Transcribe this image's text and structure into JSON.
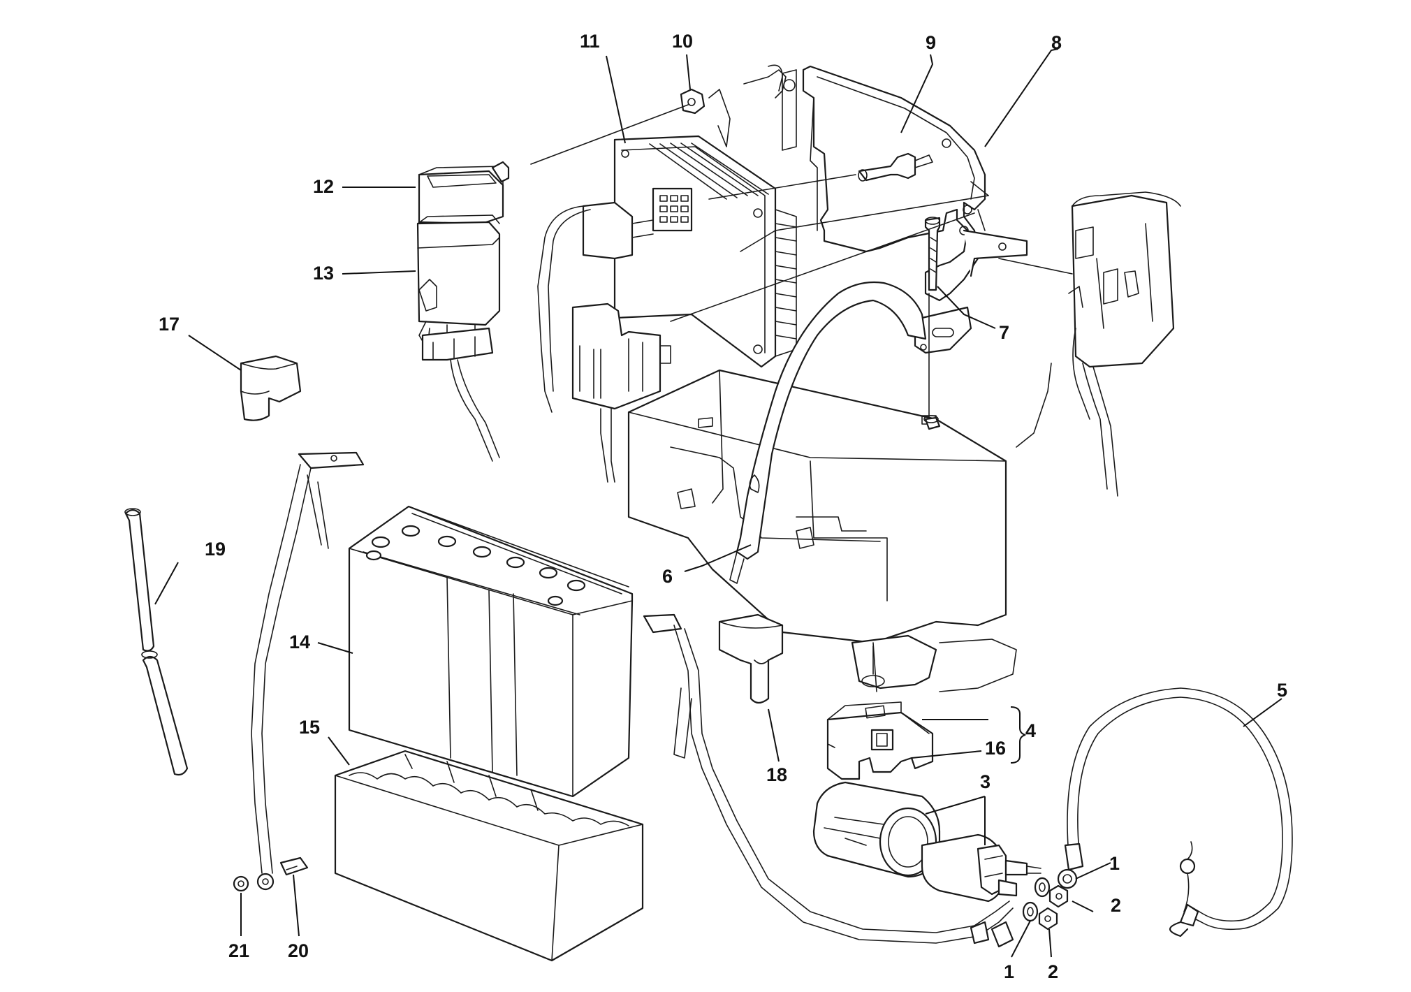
{
  "callouts": {
    "c1a": "1",
    "c1b": "1",
    "c2a": "2",
    "c2b": "2",
    "c3": "3",
    "c4": "4",
    "c5": "5",
    "c6": "6",
    "c7": "7",
    "c8": "8",
    "c9": "9",
    "c10": "10",
    "c11": "11",
    "c12": "12",
    "c13": "13",
    "c14": "14",
    "c15": "15",
    "c16": "16",
    "c17": "17",
    "c18": "18",
    "c19": "19",
    "c20": "20",
    "c21": "21"
  }
}
